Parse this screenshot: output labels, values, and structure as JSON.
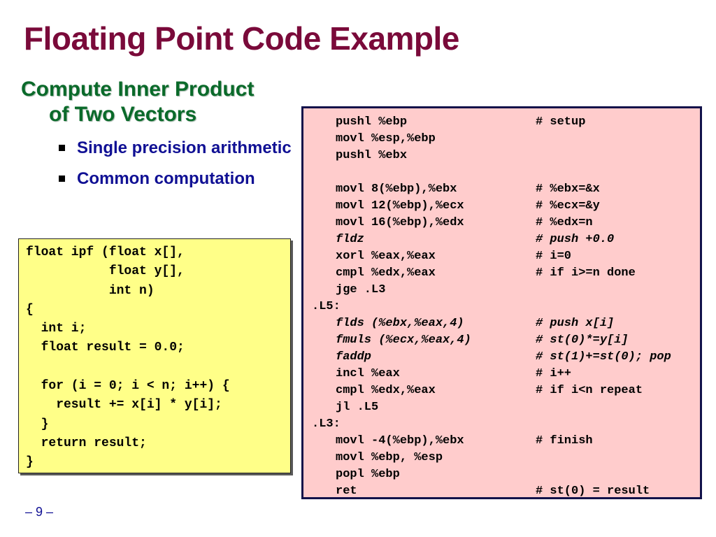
{
  "slide": {
    "title": "Floating Point Code Example",
    "heading_line1": "Compute Inner Product",
    "heading_line2": "of Two Vectors",
    "bullets": [
      "Single precision arithmetic",
      "Common computation"
    ],
    "page_number": "– 9 –"
  },
  "c_code": [
    "float ipf (float x[],",
    "           float y[],",
    "           int n)",
    "{",
    "  int i;",
    "  float result = 0.0;",
    "",
    "  for (i = 0; i < n; i++) {",
    "    result += x[i] * y[i];",
    "  }",
    "  return result;",
    "}"
  ],
  "asm_code": [
    {
      "label": "",
      "instr": "pushl %ebp",
      "comment": "# setup",
      "italic": false
    },
    {
      "label": "",
      "instr": "movl %esp,%ebp",
      "comment": "",
      "italic": false
    },
    {
      "label": "",
      "instr": "pushl %ebx",
      "comment": "",
      "italic": false
    },
    {
      "label": "",
      "instr": "",
      "comment": "",
      "italic": false
    },
    {
      "label": "",
      "instr": "movl 8(%ebp),%ebx",
      "comment": "# %ebx=&x",
      "italic": false
    },
    {
      "label": "",
      "instr": "movl 12(%ebp),%ecx",
      "comment": "# %ecx=&y",
      "italic": false
    },
    {
      "label": "",
      "instr": "movl 16(%ebp),%edx",
      "comment": "# %edx=n",
      "italic": false
    },
    {
      "label": "",
      "instr": "fldz",
      "comment": "# push +0.0",
      "italic": true
    },
    {
      "label": "",
      "instr": "xorl %eax,%eax",
      "comment": "# i=0",
      "italic": false
    },
    {
      "label": "",
      "instr": "cmpl %edx,%eax",
      "comment": "# if i>=n done",
      "italic": false
    },
    {
      "label": "",
      "instr": "jge .L3",
      "comment": "",
      "italic": false
    },
    {
      "label": ".L5:",
      "instr": "",
      "comment": "",
      "italic": false
    },
    {
      "label": "",
      "instr": "flds (%ebx,%eax,4)",
      "comment": "# push x[i]",
      "italic": true
    },
    {
      "label": "",
      "instr": "fmuls (%ecx,%eax,4)",
      "comment": "# st(0)*=y[i]",
      "italic": true
    },
    {
      "label": "",
      "instr": "faddp",
      "comment": "# st(1)+=st(0); pop",
      "italic": true
    },
    {
      "label": "",
      "instr": "incl %eax",
      "comment": "# i++",
      "italic": false
    },
    {
      "label": "",
      "instr": "cmpl %edx,%eax",
      "comment": "# if i<n repeat",
      "italic": false
    },
    {
      "label": "",
      "instr": "jl .L5",
      "comment": "",
      "italic": false
    },
    {
      "label": ".L3:",
      "instr": "",
      "comment": "",
      "italic": false
    },
    {
      "label": "",
      "instr": "movl -4(%ebp),%ebx",
      "comment": "# finish",
      "italic": false
    },
    {
      "label": "",
      "instr": "movl %ebp, %esp",
      "comment": "",
      "italic": false
    },
    {
      "label": "",
      "instr": "popl %ebp",
      "comment": "",
      "italic": false
    },
    {
      "label": "",
      "instr": "ret",
      "comment": "# st(0) = result",
      "italic": false
    }
  ],
  "colors": {
    "title": "#7a0a3a",
    "heading": "#0a6a2a",
    "bullets": "#101094",
    "c_box_bg": "#ffff88",
    "asm_box_bg": "#ffcccc",
    "asm_box_border": "#12124a"
  }
}
